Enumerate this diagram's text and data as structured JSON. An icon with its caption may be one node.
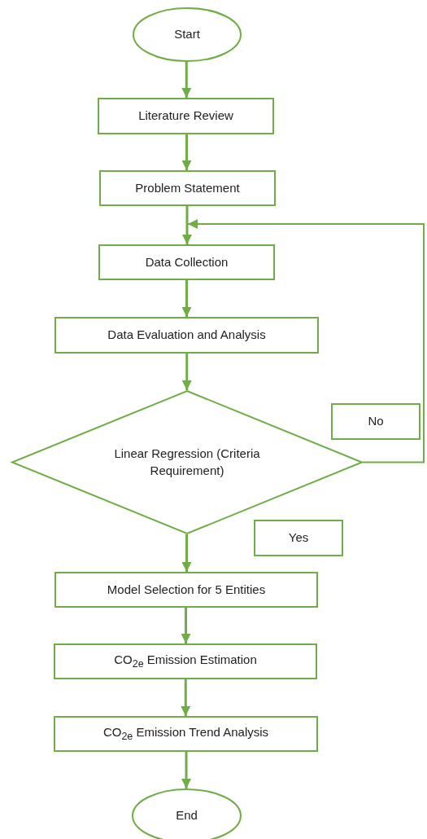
{
  "diagram": {
    "nodes": [
      {
        "text": [
          "Start"
        ]
      },
      {
        "text": [
          "Literature Review"
        ]
      },
      {
        "text": [
          "Problem Statement"
        ]
      },
      {
        "text": [
          "Data Collection"
        ]
      },
      {
        "text": [
          "Data Evaluation and Analysis"
        ]
      },
      {
        "text": [
          "Linear Regression (Criteria Requirement)"
        ]
      },
      {
        "text": [
          "No"
        ]
      },
      {
        "text": [
          "Yes"
        ]
      },
      {
        "text": [
          "Model Selection for 5 Entities"
        ]
      },
      {
        "text": [
          "CO$_{2e}$ Emission Estimation"
        ]
      },
      {
        "text": [
          "CO$_{2e}$ Emission Trend Analysis"
        ]
      },
      {
        "text": [
          "End"
        ]
      }
    ],
    "edges": [
      {
        "from": 0,
        "to": 1,
        "arrow": "to"
      },
      {
        "from": 1,
        "to": 2,
        "arrow": "to"
      },
      {
        "from": 2,
        "to": 3,
        "arrow": "to"
      },
      {
        "from": 3,
        "to": 4,
        "arrow": "to"
      },
      {
        "from": 4,
        "to": 5,
        "arrow": "to"
      },
      {
        "from": 5,
        "to": 3,
        "arrow": "to"
      },
      {
        "from": 5,
        "to": 8,
        "arrow": "to"
      },
      {
        "from": 8,
        "to": 9,
        "arrow": "to"
      },
      {
        "from": 9,
        "to": 10,
        "arrow": "to"
      },
      {
        "from": 10,
        "to": 11,
        "arrow": "to"
      }
    ]
  }
}
